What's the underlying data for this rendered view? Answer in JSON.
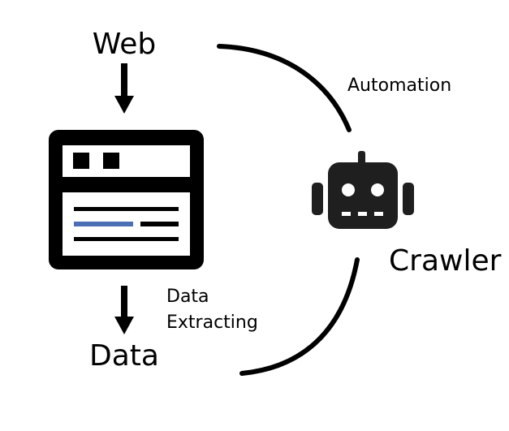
{
  "labels": {
    "web": "Web",
    "automation": "Automation",
    "crawler": "Crawler",
    "data_extracting_line1": "Data",
    "data_extracting_line2": "Extracting",
    "data": "Data"
  },
  "icons": {
    "browser": "browser-window-icon",
    "robot": "robot-icon",
    "arrow": "arrow-down-icon"
  },
  "colors": {
    "ink": "#000000",
    "highlight": "#4a6fb5",
    "robot": "#1f1f1f",
    "background": "#ffffff"
  }
}
